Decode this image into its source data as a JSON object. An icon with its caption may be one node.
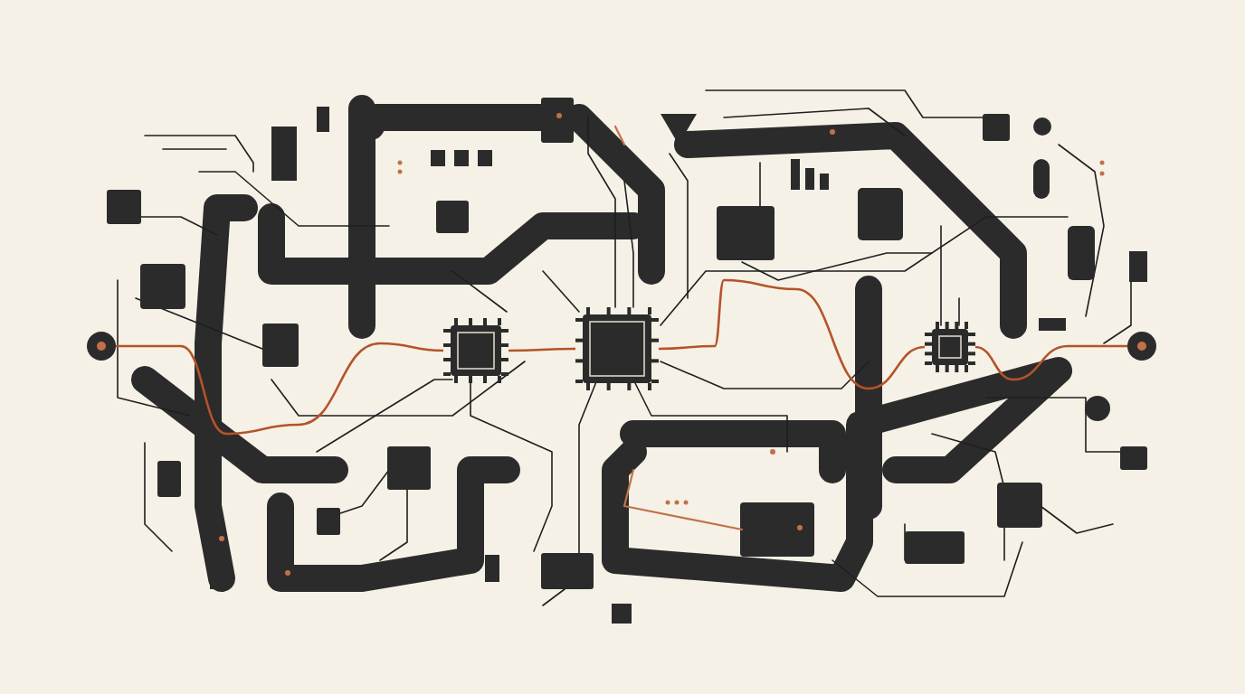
{
  "diagram": {
    "nodes": [
      {
        "text": [],
        "shape": "circle"
      },
      {
        "text": [],
        "shape": "box"
      },
      {
        "text": [],
        "shape": "box"
      },
      {
        "text": [],
        "shape": "box"
      },
      {
        "text": [],
        "shape": "circle"
      }
    ],
    "edges": [
      {
        "from": 0,
        "to": 1,
        "arrow": "none"
      },
      {
        "from": 1,
        "to": 2,
        "arrow": "none"
      },
      {
        "from": 2,
        "to": 3,
        "arrow": "none"
      },
      {
        "from": 3,
        "to": 4,
        "arrow": "none"
      }
    ]
  }
}
